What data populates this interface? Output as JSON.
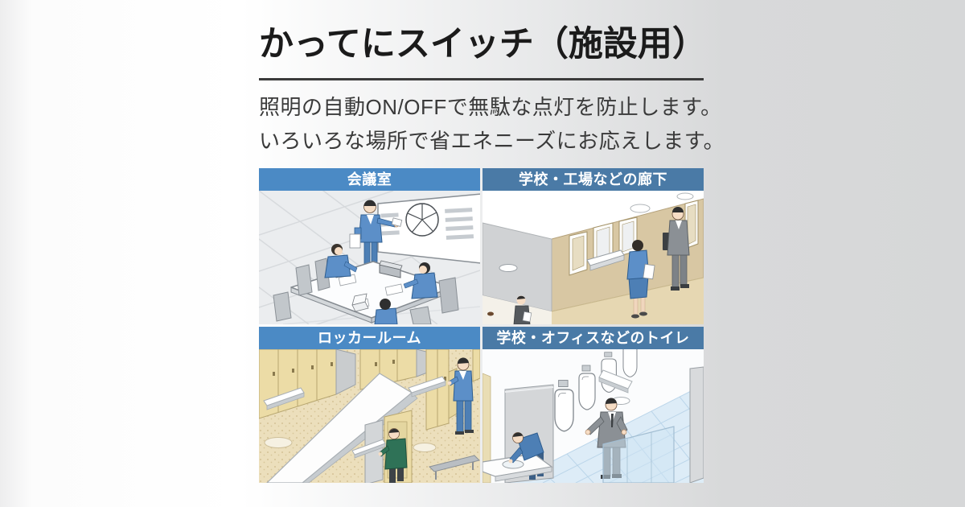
{
  "card": {
    "title": "かってにスイッチ（施設用）",
    "description": [
      "照明の自動ON/OFFで無駄な点灯を防止します。",
      "いろいろな場所で省エネニーズにお応えします。"
    ]
  },
  "panels": [
    {
      "label": "会議室"
    },
    {
      "label": "学校・工場などの廊下"
    },
    {
      "label": "ロッカールーム"
    },
    {
      "label": "学校・オフィスなどのトイレ"
    }
  ],
  "colors": {
    "header_left": "#4b8ac5",
    "header_right": "#4a7aa6",
    "title_text": "#1b1b1b",
    "rule": "#3b3b3b",
    "bg_start": "#ffffff",
    "bg_end": "#d6d7d8",
    "illustration_blue": "#5c8fc8",
    "illustration_tan": "#ecdca6",
    "illustration_floor_blue": "#ddecf7"
  }
}
